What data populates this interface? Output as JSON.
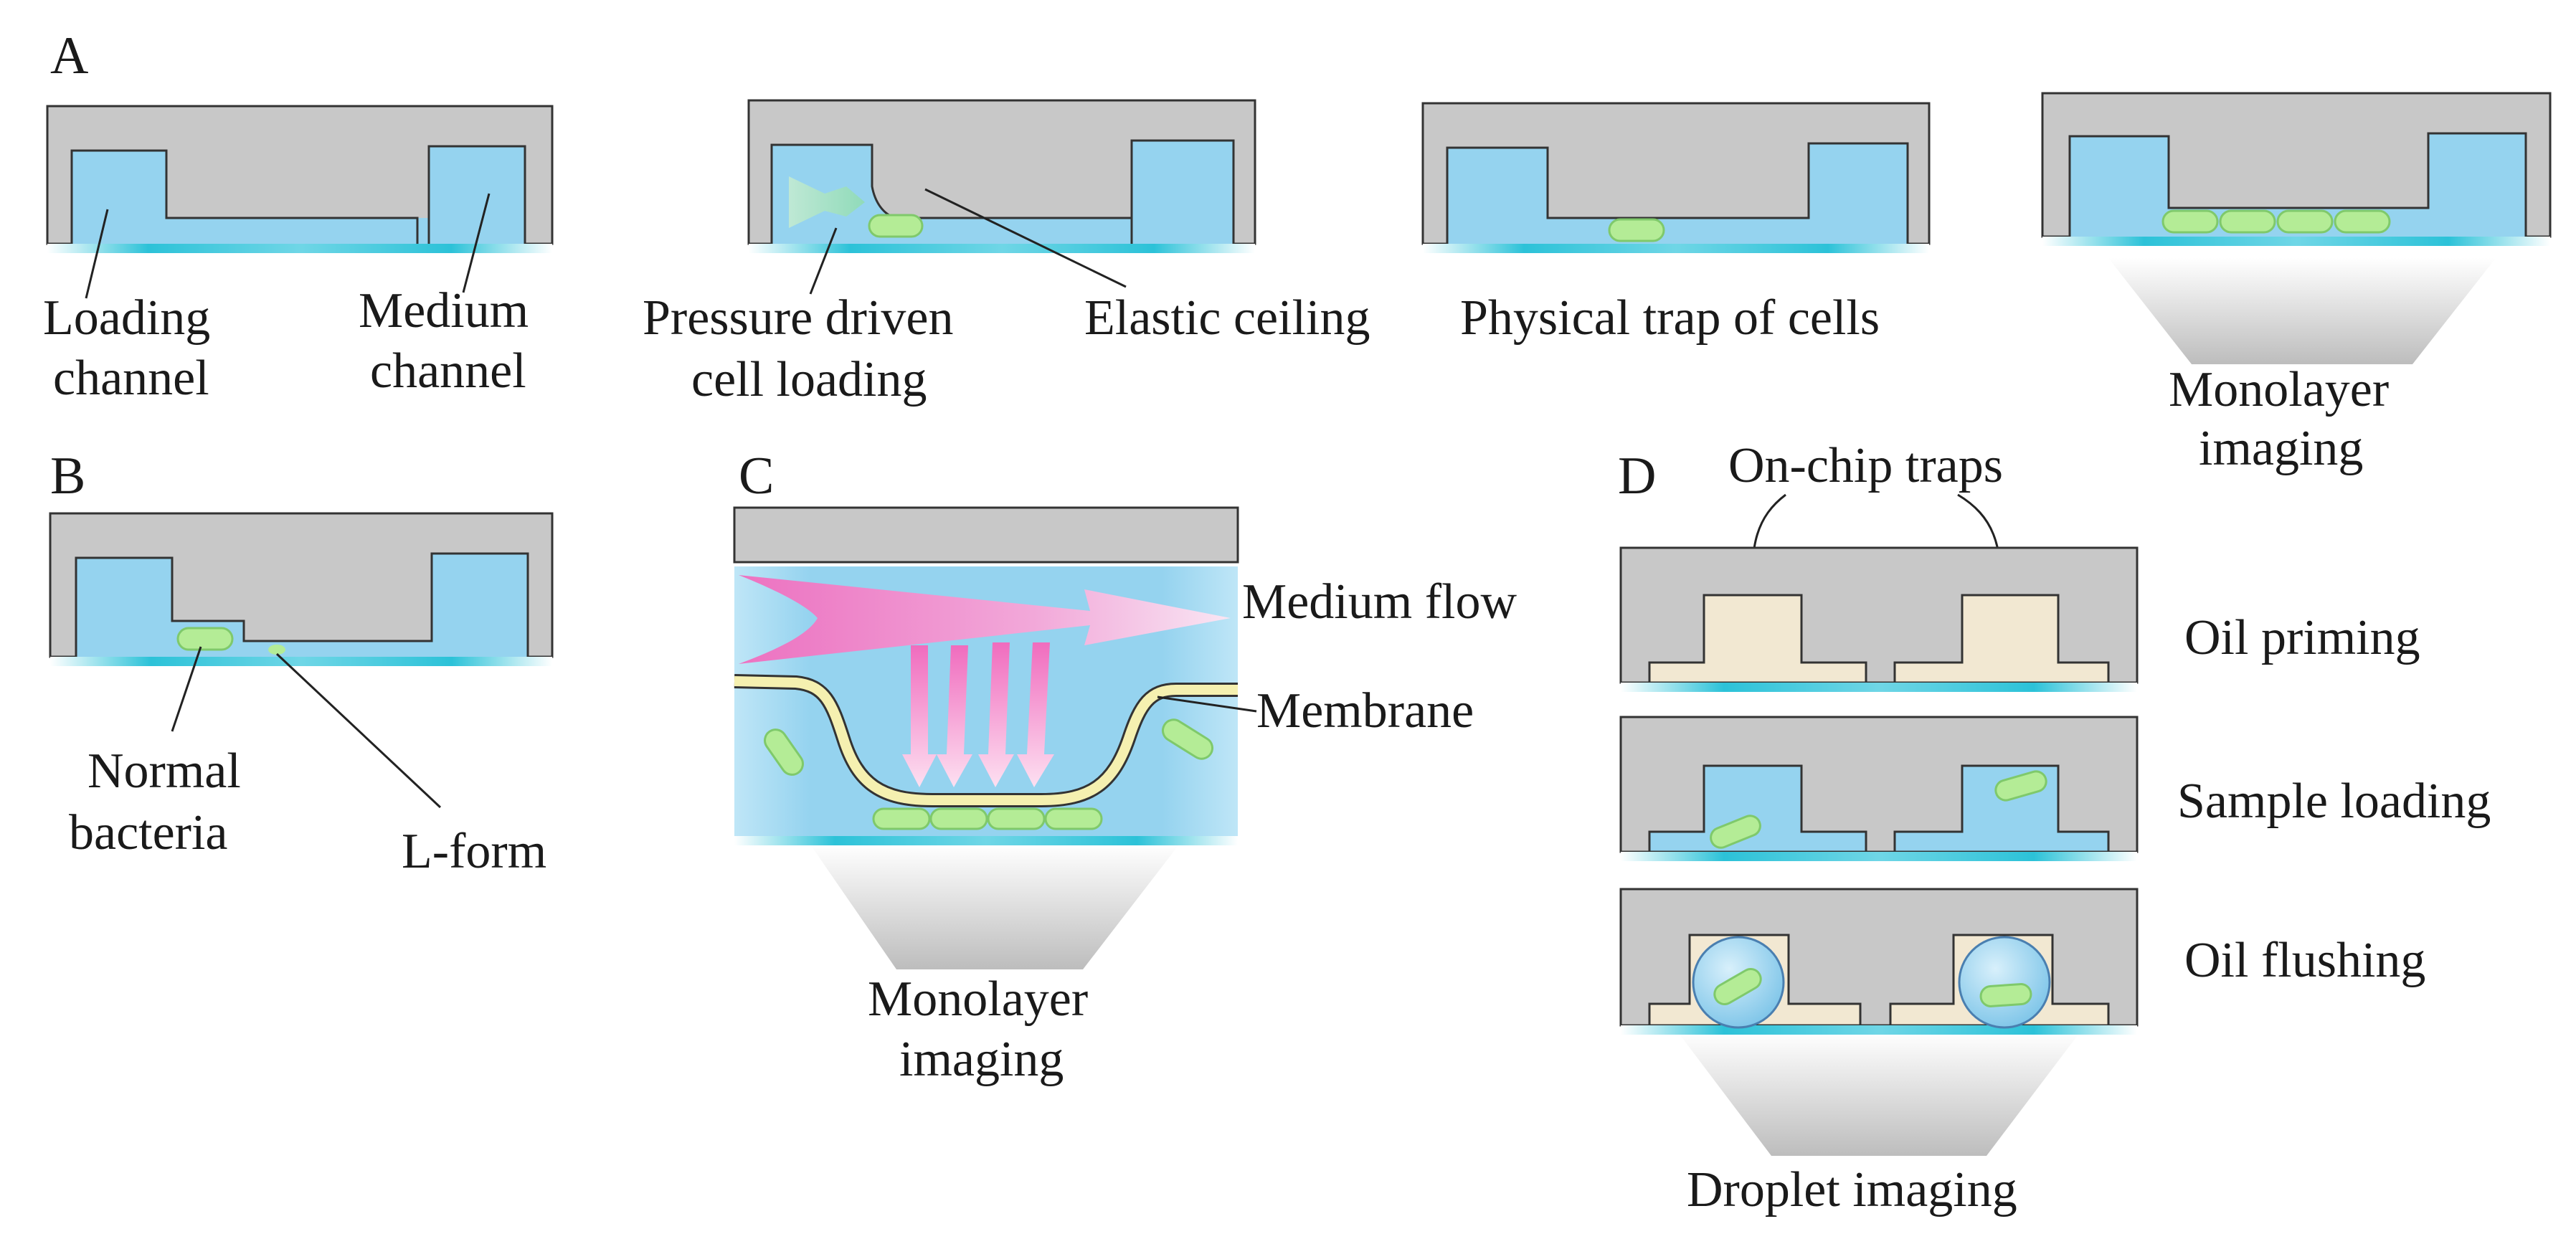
{
  "panels": {
    "a": {
      "letter": "A",
      "loading_channel": [
        "Loading",
        "channel"
      ],
      "medium_channel": [
        "Medium",
        "channel"
      ],
      "pressure_loading": [
        "Pressure driven",
        "cell loading"
      ],
      "elastic_ceiling": "Elastic ceiling",
      "physical_trap": "Physical trap of cells",
      "monolayer_imaging": [
        "Monolayer",
        "imaging"
      ]
    },
    "b": {
      "letter": "B",
      "normal_bacteria": [
        "Normal",
        "bacteria"
      ],
      "l_form": "L-form"
    },
    "c": {
      "letter": "C",
      "medium_flow": "Medium flow",
      "membrane": "Membrane",
      "monolayer_imaging": [
        "Monolayer",
        "imaging"
      ]
    },
    "d": {
      "letter": "D",
      "on_chip_traps": "On-chip traps",
      "oil_priming": "Oil priming",
      "sample_loading": "Sample loading",
      "oil_flushing": "Oil flushing",
      "droplet_imaging": "Droplet imaging"
    }
  },
  "colors": {
    "chip": "#c8c8c8",
    "fluid": "#95d3ef",
    "cell": "#b4ec96",
    "oil": "#f2e8d2",
    "glass": "#2cc2d8",
    "flow_arrow": "#f47ec4"
  }
}
